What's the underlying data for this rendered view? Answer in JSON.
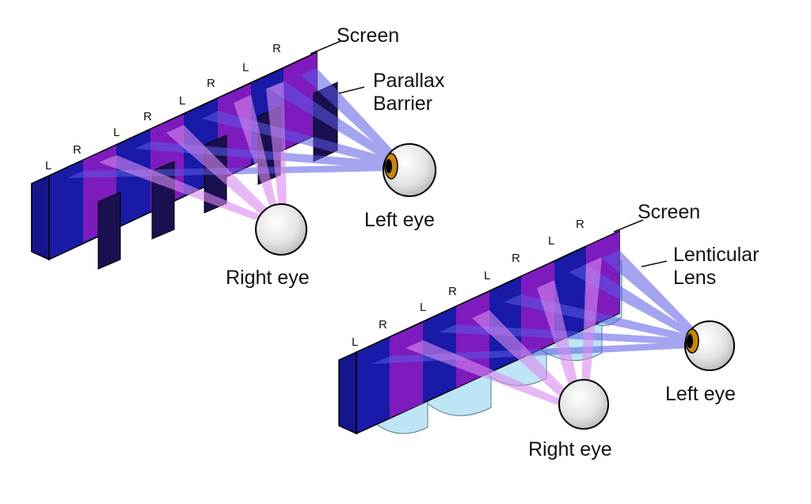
{
  "parallax": {
    "screen_label": "Screen",
    "barrier_label_line1": "Parallax",
    "barrier_label_line2": "Barrier",
    "left_eye_label": "Left eye",
    "right_eye_label": "Right eye",
    "pixel_labels": [
      "L",
      "R",
      "L",
      "R",
      "L",
      "R",
      "L",
      "R"
    ]
  },
  "lenticular": {
    "screen_label": "Screen",
    "lens_label_line1": "Lenticular",
    "lens_label_line2": "Lens",
    "left_eye_label": "Left eye",
    "right_eye_label": "Right eye",
    "pixel_labels": [
      "L",
      "R",
      "L",
      "R",
      "L",
      "R",
      "L",
      "R"
    ]
  },
  "colors": {
    "left_pixel": "#1a1aa8",
    "right_pixel": "#a020c8",
    "left_ray": "#5a5ae6",
    "right_ray": "#d98af0",
    "barrier": "#1a1050",
    "lens": "#a8dcf2",
    "eye_iris": "#c8860a"
  }
}
